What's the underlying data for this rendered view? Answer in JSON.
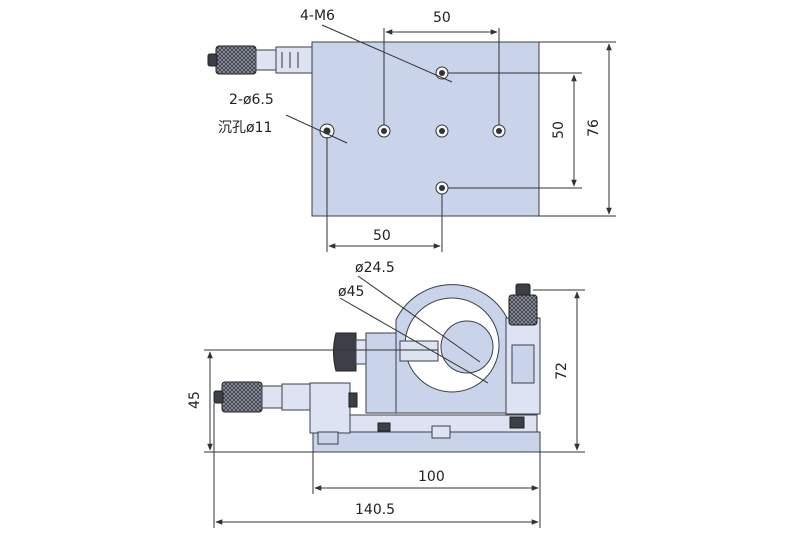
{
  "diagram": {
    "plate_color": "#c9d3ea",
    "outline_color": "#3c3f47",
    "top_view": {
      "label_tapped_holes": "4-M6",
      "label_through_holes": "2-ø6.5",
      "label_counterbore": "沉孔ø11",
      "dim_top": "50",
      "dim_right_inner": "50",
      "dim_right_outer": "76",
      "dim_bottom": "50"
    },
    "front_view": {
      "label_inner_diameter": "ø24.5",
      "label_outer_diameter": "ø45",
      "dim_height_left": "45",
      "dim_height_right": "72",
      "dim_base_width": "100",
      "dim_total_width": "140.5"
    }
  }
}
